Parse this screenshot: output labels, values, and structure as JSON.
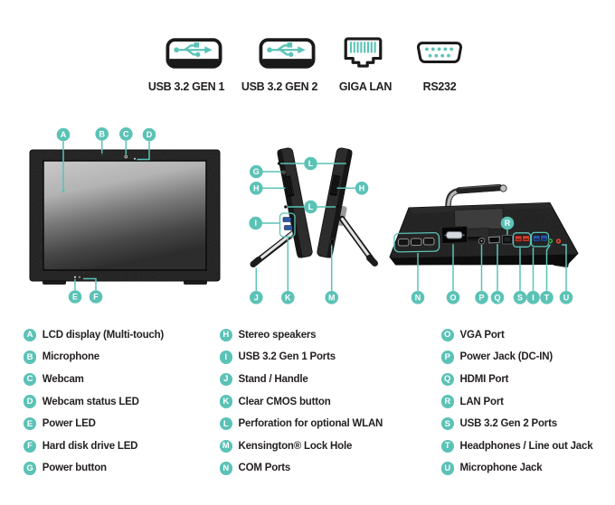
{
  "colors": {
    "accent_teal": "#5bc2b6",
    "text_black": "#231f20",
    "usb_gen1_blue": "#2c58aa",
    "usb_gen2_red": "#cf3b2a",
    "audio_lineout_green": "#43a351",
    "audio_mic_red": "#d85043"
  },
  "ports_row": {
    "items": [
      {
        "icon": "usb-a-port-icon",
        "label": "USB 3.2 GEN 1"
      },
      {
        "icon": "usb-a-port-icon",
        "label": "USB 3.2 GEN 2"
      },
      {
        "icon": "rj45-lan-port-icon",
        "label": "GIGA LAN"
      },
      {
        "icon": "db9-serial-port-icon",
        "label": "RS232"
      }
    ]
  },
  "diagram": {
    "front": {
      "badges": [
        "A",
        "B",
        "C",
        "D",
        "E",
        "F"
      ]
    },
    "side": {
      "badges": [
        "L",
        "G",
        "H",
        "I",
        "L",
        "H",
        "J",
        "K",
        "M"
      ]
    },
    "rear": {
      "badges": [
        "R",
        "N",
        "O",
        "P",
        "Q",
        "S",
        "I",
        "T",
        "U"
      ]
    }
  },
  "legend": {
    "columns": [
      {
        "items": [
          {
            "key": "A",
            "label": "LCD display (Multi-touch)"
          },
          {
            "key": "B",
            "label": "Microphone"
          },
          {
            "key": "C",
            "label": "Webcam"
          },
          {
            "key": "D",
            "label": "Webcam status LED"
          },
          {
            "key": "E",
            "label": "Power LED"
          },
          {
            "key": "F",
            "label": "Hard disk drive LED"
          },
          {
            "key": "G",
            "label": "Power button"
          }
        ]
      },
      {
        "items": [
          {
            "key": "H",
            "label": "Stereo speakers"
          },
          {
            "key": "I",
            "label": "USB 3.2 Gen 1 Ports"
          },
          {
            "key": "J",
            "label": "Stand / Handle"
          },
          {
            "key": "K",
            "label": "Clear CMOS button"
          },
          {
            "key": "L",
            "label": "Perforation for optional WLAN"
          },
          {
            "key": "M",
            "label": "Kensington® Lock Hole"
          },
          {
            "key": "N",
            "label": "COM Ports"
          }
        ]
      },
      {
        "items": [
          {
            "key": "O",
            "label": "VGA Port"
          },
          {
            "key": "P",
            "label": "Power Jack (DC-IN)"
          },
          {
            "key": "Q",
            "label": "HDMI Port"
          },
          {
            "key": "R",
            "label": "LAN Port"
          },
          {
            "key": "S",
            "label": "USB 3.2 Gen 2 Ports"
          },
          {
            "key": "T",
            "label": "Headphones / Line out Jack"
          },
          {
            "key": "U",
            "label": "Microphone Jack"
          }
        ]
      }
    ]
  }
}
